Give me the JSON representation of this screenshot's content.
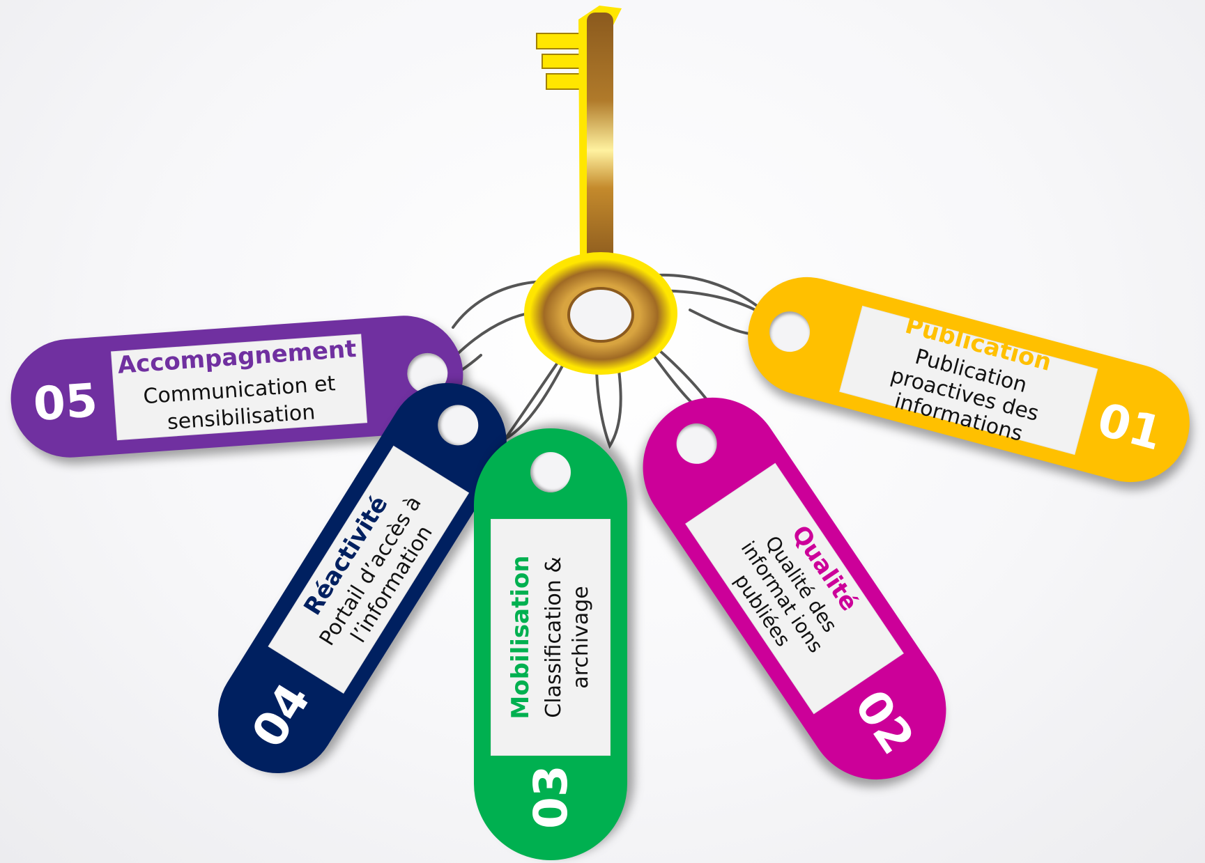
{
  "tags": [
    {
      "id": "01",
      "number": "01",
      "title": "Publication",
      "description": "Publication proactives des informations",
      "color": "#FFC000",
      "title_color": "#FFC000"
    },
    {
      "id": "02",
      "number": "02",
      "title": "Qualité",
      "description": "Qualité des informat ions publiées",
      "color": "#CC0099",
      "title_color": "#CC0099"
    },
    {
      "id": "03",
      "number": "03",
      "title": "Mobilisation",
      "description": "Classification & archivage",
      "color": "#00B050",
      "title_color": "#00B050"
    },
    {
      "id": "04",
      "number": "04",
      "title": "Réactivité",
      "description": "Portail d’accès à l’information",
      "color": "#002060",
      "title_color": "#002060"
    },
    {
      "id": "05",
      "number": "05",
      "title": "Accompagnement",
      "description": "Communication et sensibilisation",
      "color": "#7030A0",
      "title_color": "#7030A0"
    }
  ],
  "key": {
    "icon": "key-icon",
    "color_light": "#FFE600",
    "color_dark": "#8B5A1E"
  }
}
